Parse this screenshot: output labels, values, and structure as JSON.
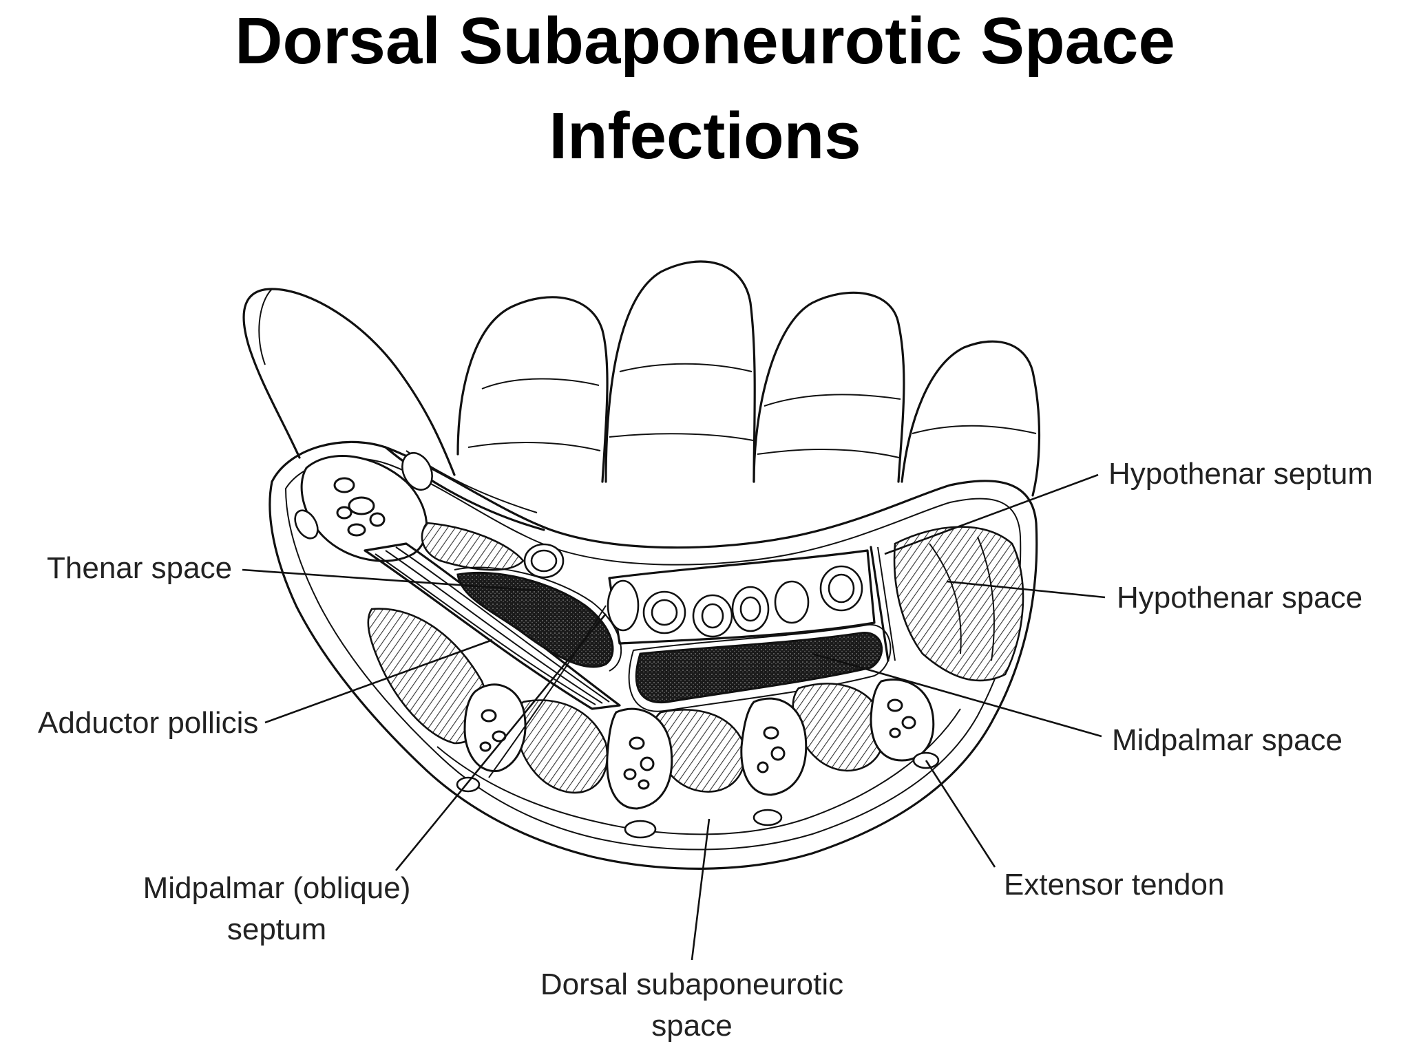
{
  "title": {
    "line1": "Dorsal Subaponeurotic Space",
    "line2": "Infections"
  },
  "labels": {
    "hypothenar_septum": "Hypothenar septum",
    "thenar_space": "Thenar space",
    "hypothenar_space": "Hypothenar space",
    "adductor_pollicis": "Adductor pollicis",
    "midpalmar_space": "Midpalmar space",
    "midpalmar_septum_line1": "Midpalmar (oblique)",
    "midpalmar_septum_line2": "septum",
    "extensor_tendon": "Extensor tendon",
    "dorsal_space_line1": "Dorsal subaponeurotic",
    "dorsal_space_line2": "space"
  }
}
